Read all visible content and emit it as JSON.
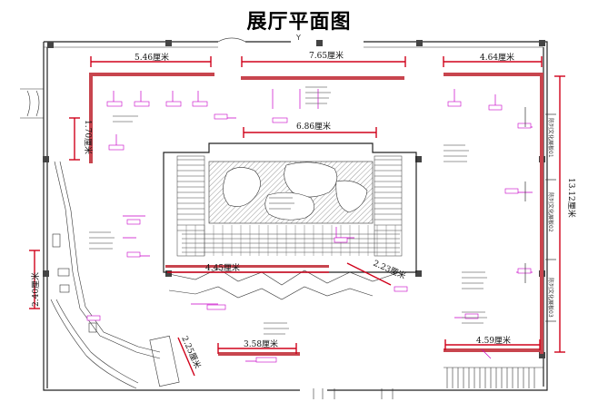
{
  "title": "展厅平面图",
  "door_mark": "Y",
  "dimensions": {
    "top_left": "5.46厘米",
    "top_center": "7.65厘米",
    "top_right": "4.64厘米",
    "left_upper": "1.70厘米",
    "center_top": "6.86厘米",
    "right_vertical": "13.12厘米",
    "left_lower": "2.40厘米",
    "center_mid": "4.45厘米",
    "diagonal": "2.23厘米",
    "bottom_left_diag": "2.25厘米",
    "bottom_center": "3.58厘米",
    "bottom_right": "4.59厘米"
  },
  "right_wall_labels": [
    "陈列文化展板01",
    "陈列文化展板02",
    "陈列文化展板03"
  ],
  "colors": {
    "dimension_line": "#d0021b",
    "annotation": "#c800c8",
    "wall": "#222222"
  }
}
